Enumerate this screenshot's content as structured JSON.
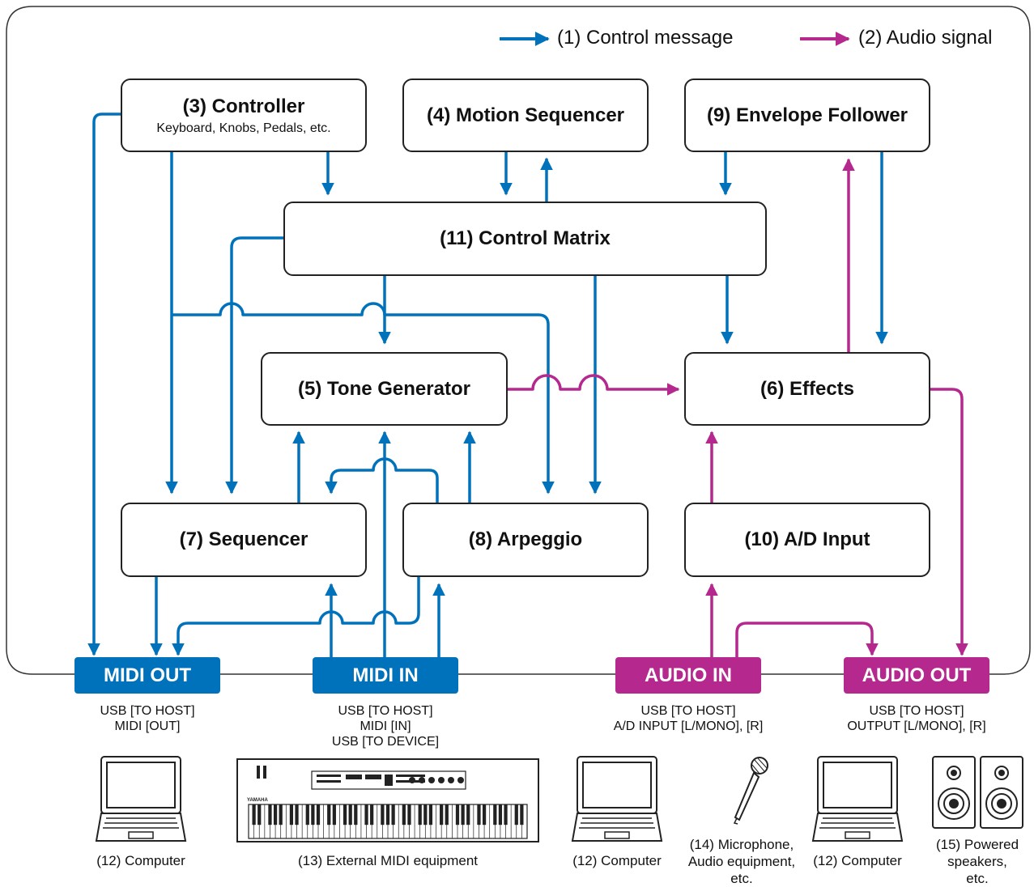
{
  "legend": {
    "control": "(1) Control message",
    "audio": "(2) Audio signal",
    "control_color": "#0072bc",
    "audio_color": "#b5298f"
  },
  "blocks": {
    "controller": {
      "title": "(3) Controller",
      "sub": "Keyboard, Knobs, Pedals, etc."
    },
    "motion_sequencer": {
      "title": "(4) Motion Sequencer"
    },
    "envelope_follower": {
      "title": "(9) Envelope Follower"
    },
    "control_matrix": {
      "title": "(11) Control Matrix"
    },
    "tone_generator": {
      "title": "(5) Tone Generator"
    },
    "effects": {
      "title": "(6) Effects"
    },
    "sequencer": {
      "title": "(7) Sequencer"
    },
    "arpeggio": {
      "title": "(8) Arpeggio"
    },
    "ad_input": {
      "title": "(10) A/D Input"
    }
  },
  "ports": {
    "midi_out": {
      "label": "MIDI OUT",
      "lines": [
        "USB [TO HOST]",
        "MIDI [OUT]"
      ]
    },
    "midi_in": {
      "label": "MIDI IN",
      "lines": [
        "USB [TO HOST]",
        "MIDI [IN]",
        "USB [TO DEVICE]"
      ]
    },
    "audio_in": {
      "label": "AUDIO IN",
      "lines": [
        "USB [TO HOST]",
        "A/D INPUT [L/MONO], [R]"
      ]
    },
    "audio_out": {
      "label": "AUDIO OUT",
      "lines": [
        "USB [TO HOST]",
        "OUTPUT [L/MONO], [R]"
      ]
    }
  },
  "devices": {
    "computer1": "(12) Computer",
    "external_midi": "(13) External MIDI equipment",
    "computer2": "(12) Computer",
    "microphone": [
      "(14) Microphone,",
      "Audio equipment,",
      "etc."
    ],
    "computer3": "(12) Computer",
    "speakers": [
      "(15) Powered",
      "speakers,",
      "etc."
    ],
    "keyboard_brand": "YAMAHA"
  }
}
